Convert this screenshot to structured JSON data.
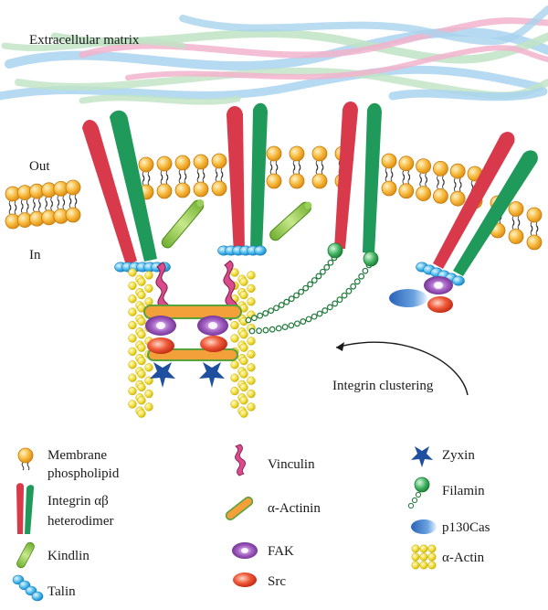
{
  "labels": {
    "extracellular": "Extracellular matrix",
    "out": "Out",
    "in": "In",
    "clustering": "Integrin clustering"
  },
  "legend": [
    {
      "key": "membrane_phospholipid",
      "lines": [
        "Membrane",
        "phospholipid"
      ]
    },
    {
      "key": "integrin",
      "lines": [
        "Integrin αβ",
        "heterodimer"
      ]
    },
    {
      "key": "kindlin",
      "lines": [
        "Kindlin"
      ]
    },
    {
      "key": "talin",
      "lines": [
        "Talin"
      ]
    },
    {
      "key": "vinculin",
      "lines": [
        "Vinculin"
      ]
    },
    {
      "key": "alpha_actinin",
      "lines": [
        "α-Actinin"
      ]
    },
    {
      "key": "fak",
      "lines": [
        "FAK"
      ]
    },
    {
      "key": "src",
      "lines": [
        "Src"
      ]
    },
    {
      "key": "zyxin",
      "lines": [
        "Zyxin"
      ]
    },
    {
      "key": "filamin",
      "lines": [
        "Filamin"
      ]
    },
    {
      "key": "p130cas",
      "lines": [
        "p130Cas"
      ]
    },
    {
      "key": "alpha_actin",
      "lines": [
        "α-Actin"
      ]
    }
  ],
  "colors": {
    "lipid": "#f5b335",
    "integrin_alpha": "#d83a4c",
    "integrin_beta": "#1f9a5a",
    "kindlin": "#8cc63f",
    "talin": "#3bb0e6",
    "vinculin": "#d94b8c",
    "actinin": "#f3a03a",
    "fak": "#8b3fa8",
    "src": "#e8472e",
    "zyxin": "#1f4f9f",
    "filamin": "#2e9b4b",
    "p130cas": "#2a62b8",
    "actin": "#f2de3c",
    "ecm_blue": "#a9d3ee",
    "ecm_pink": "#f2b3cc",
    "ecm_green": "#bfe3c4"
  },
  "icons": {
    "membrane_phospholipid": "lipid-bead-icon",
    "integrin": "integrin-pair-icon",
    "kindlin": "kindlin-rod-icon",
    "talin": "talin-beads-icon",
    "vinculin": "vinculin-squiggle-icon",
    "alpha_actinin": "actinin-rod-icon",
    "fak": "fak-oval-icon",
    "src": "src-oval-icon",
    "zyxin": "zyxin-star-icon",
    "filamin": "filamin-chain-icon",
    "p130cas": "p130cas-oval-icon",
    "alpha_actin": "actin-cluster-icon"
  }
}
